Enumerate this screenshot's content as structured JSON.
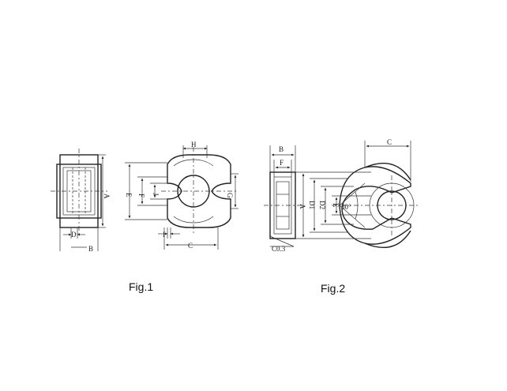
{
  "fig1": {
    "caption": "Fig.1",
    "dims": {
      "A": "A",
      "B": "B",
      "D": "D",
      "E": "E",
      "F": "F",
      "J": "J",
      "G": "G",
      "H": "H",
      "C": "C",
      "I": "I"
    }
  },
  "fig2": {
    "caption": "Fig.2",
    "dims": {
      "B": "B",
      "F": "F",
      "A": "A",
      "D1": "D1",
      "D2": "D2",
      "E": "E",
      "C": "C",
      "angle": "30°",
      "chamfer": "C0.3"
    }
  }
}
